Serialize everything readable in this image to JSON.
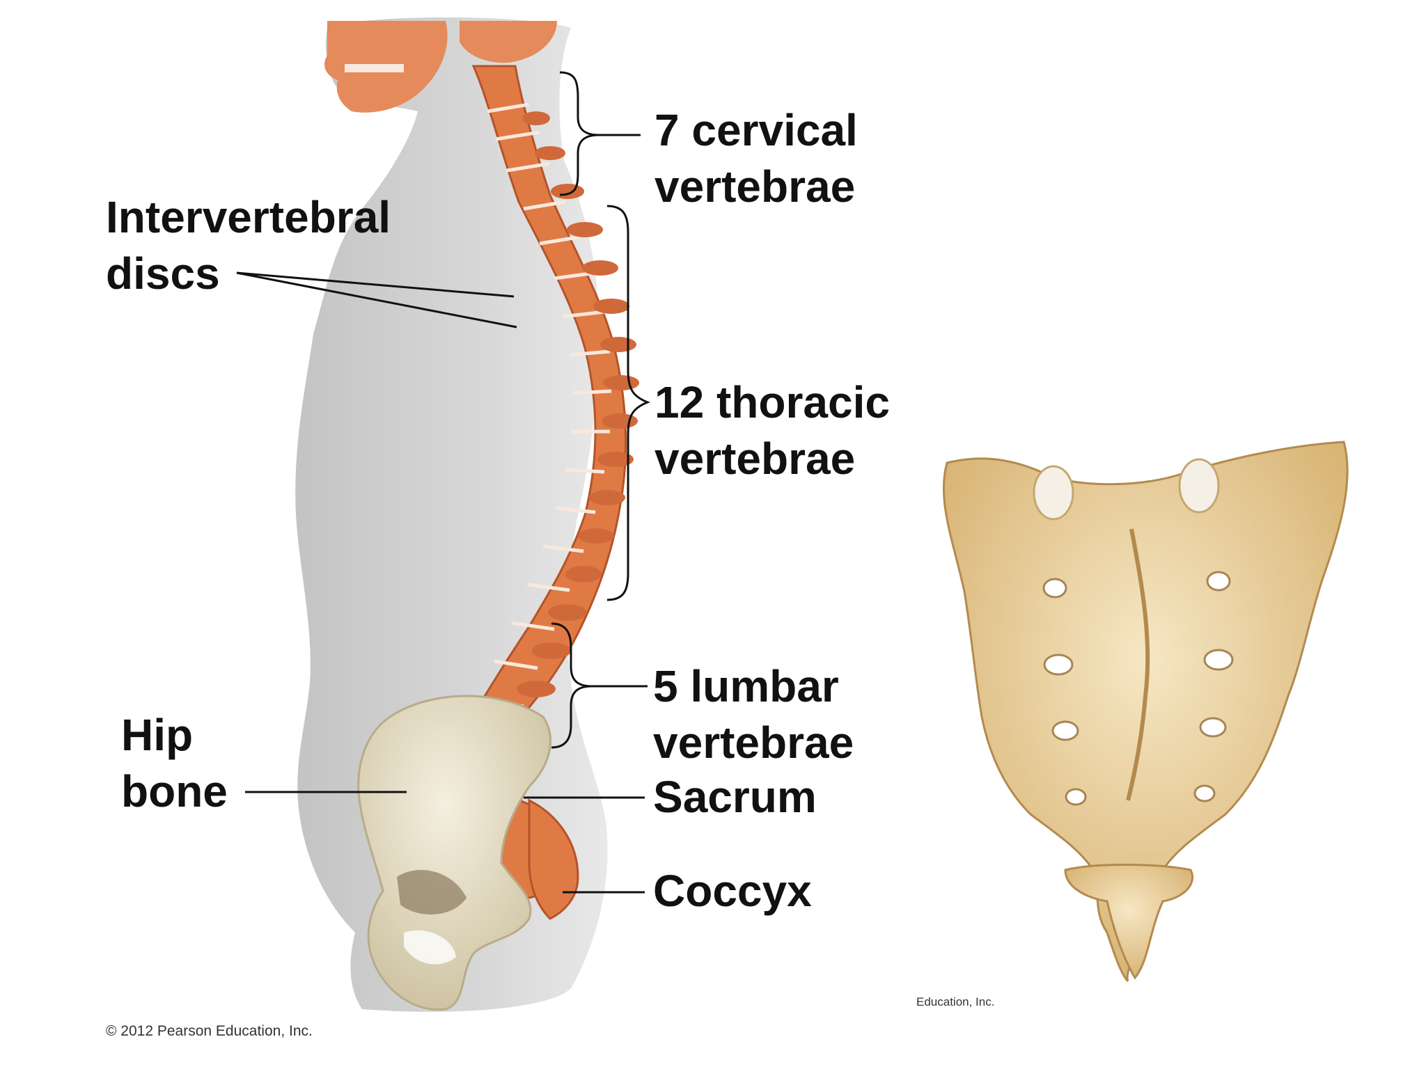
{
  "labels": {
    "cervical": {
      "line1": "7 cervical",
      "line2": "vertebrae"
    },
    "thoracic": {
      "line1": "12 thoracic",
      "line2": "vertebrae"
    },
    "lumbar": {
      "line1": "5 lumbar",
      "line2": "vertebrae"
    },
    "sacrum": "Sacrum",
    "coccyx": "Coccyx",
    "intervertebral": {
      "line1": "Intervertebral",
      "line2": "discs"
    },
    "hip": {
      "line1": "Hip",
      "line2": "bone"
    }
  },
  "credits": {
    "copyright": "© 2012 Pearson Education, Inc.",
    "secondary": "Education, Inc."
  },
  "colors": {
    "background": "#ffffff",
    "body_silhouette": "#c9c9c9",
    "spine": "#e07a45",
    "bone": "#ead5a8",
    "text": "#111111"
  }
}
